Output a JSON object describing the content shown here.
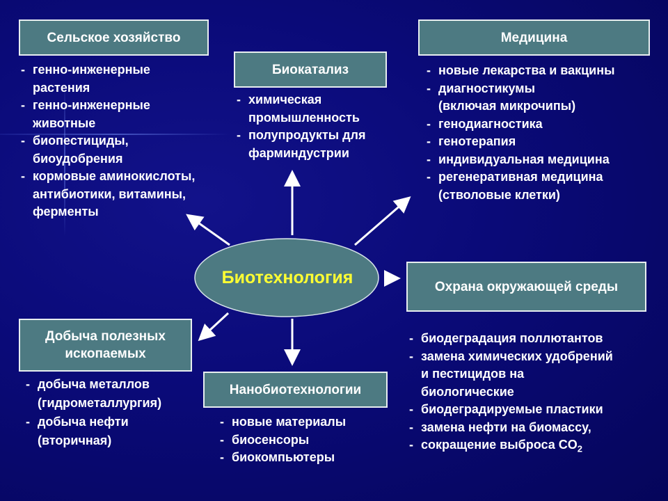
{
  "center": "Биотехнология",
  "agriculture": {
    "title": "Сельское хозяйство",
    "lines": [
      [
        "- ",
        "генно-инженерные"
      ],
      [
        "",
        "растения"
      ],
      [
        "- ",
        "генно-инженерные"
      ],
      [
        "",
        "животные"
      ],
      [
        "- ",
        "биопестициды,"
      ],
      [
        "",
        "биоудобрения"
      ],
      [
        "- ",
        "кормовые аминокислоты,"
      ],
      [
        "",
        "антибиотики, витамины,"
      ],
      [
        "",
        "ферменты"
      ]
    ]
  },
  "biocatalysis": {
    "title": "Биокатализ",
    "lines": [
      [
        "- ",
        "химическая"
      ],
      [
        "",
        "промышленность"
      ],
      [
        "- ",
        "полупродукты для"
      ],
      [
        "",
        "фарминдустрии"
      ]
    ]
  },
  "medicine": {
    "title": "Медицина",
    "lines": [
      [
        "- ",
        "новые лекарства и вакцины"
      ],
      [
        "- ",
        "диагностикумы"
      ],
      [
        "",
        "(включая микрочипы)"
      ],
      [
        "- ",
        "генодиагностика"
      ],
      [
        "- ",
        "генотерапия"
      ],
      [
        "- ",
        "индивидуальная медицина"
      ],
      [
        "- ",
        "регенеративная медицина"
      ],
      [
        "",
        "(стволовые клетки)"
      ]
    ]
  },
  "environment": {
    "title": "Охрана окружающей среды",
    "lines": [
      [
        "- ",
        "биодеградация поллютантов"
      ],
      [
        "- ",
        "замена химических удобрений"
      ],
      [
        "",
        "и пестицидов  на"
      ],
      [
        "",
        "биологические"
      ],
      [
        "- ",
        "биодеградируемые пластики"
      ],
      [
        "- ",
        "замена нефти на биомассу,"
      ],
      [
        "- ",
        "сокращение выброса CO"
      ]
    ],
    "subscript": "2"
  },
  "mining": {
    "title": "Добыча полезных ископаемых",
    "lines": [
      [
        "- ",
        "добыча металлов"
      ],
      [
        "",
        "(гидрометаллургия)"
      ],
      [
        "- ",
        "добыча нефти"
      ],
      [
        "",
        "(вторичная)"
      ]
    ]
  },
  "nano": {
    "title": "Нанобиотехнологии",
    "lines": [
      [
        "- ",
        "новые материалы"
      ],
      [
        "- ",
        "биосенсоры"
      ],
      [
        "- ",
        "биокомпьютеры"
      ]
    ]
  }
}
